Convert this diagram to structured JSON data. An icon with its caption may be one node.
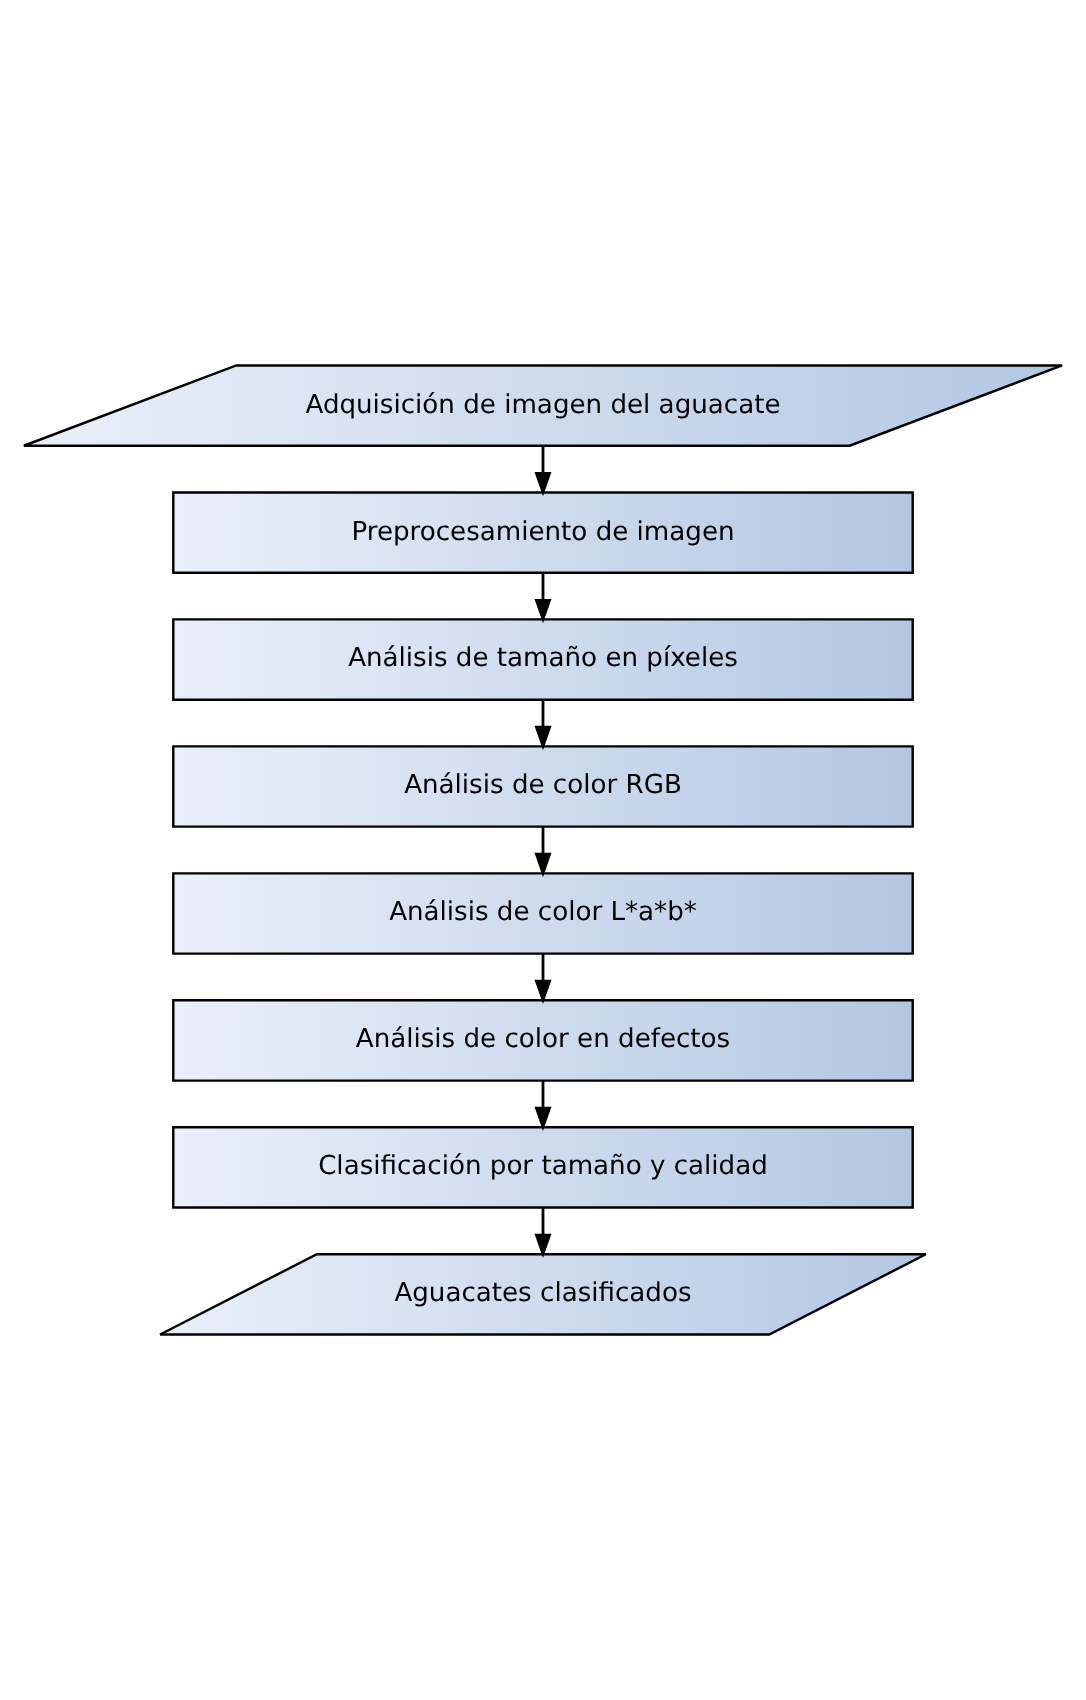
{
  "diagram": {
    "nodes": [
      {
        "text": [
          "Adquisición de imagen del aguacate"
        ]
      },
      {
        "text": [
          "Preprocesamiento de imagen"
        ]
      },
      {
        "text": [
          "Análisis de tamaño en píxeles"
        ]
      },
      {
        "text": [
          "Análisis de color RGB"
        ]
      },
      {
        "text": [
          "Análisis de color L*a*b*"
        ]
      },
      {
        "text": [
          "Análisis de color en defectos"
        ]
      },
      {
        "text": [
          "Clasificación por tamaño y calidad"
        ]
      },
      {
        "text": [
          "Aguacates clasificados"
        ]
      }
    ],
    "edges": [
      {
        "from": 0,
        "to": 1,
        "arrow": "to"
      },
      {
        "from": 1,
        "to": 2,
        "arrow": "to"
      },
      {
        "from": 2,
        "to": 3,
        "arrow": "to"
      },
      {
        "from": 3,
        "to": 4,
        "arrow": "to"
      },
      {
        "from": 4,
        "to": 5,
        "arrow": "to"
      },
      {
        "from": 5,
        "to": 6,
        "arrow": "to"
      },
      {
        "from": 6,
        "to": 7,
        "arrow": "to"
      }
    ]
  }
}
